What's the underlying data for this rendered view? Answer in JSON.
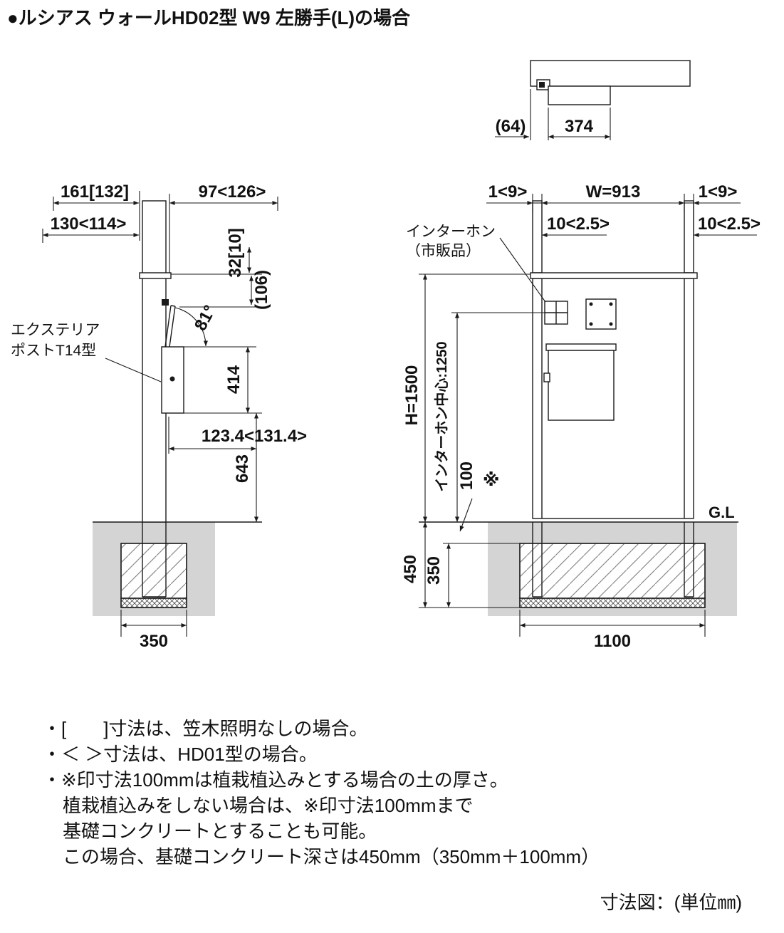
{
  "title": "●ルシアス ウォールHD02型  W9  左勝手(L)の場合",
  "colors": {
    "line": "#1a1a1a",
    "ground_fill": "#d4d4d4"
  },
  "plan_detail": {
    "dim_64": "(64)",
    "dim_374": "374"
  },
  "side_view": {
    "dim_top1": "161[132]",
    "dim_top2": "97<126>",
    "dim_top3": "130<114>",
    "dim_cap": "32[10]",
    "dim_106": "(106)",
    "angle": "81°",
    "dim_414": "414",
    "dim_123": "123.4<131.4>",
    "dim_643": "643",
    "dim_footing": "350",
    "post_label1": "エクステリア",
    "post_label2": "ポストT14型"
  },
  "front_view": {
    "dim_edge_left": "1<9>",
    "dim_width": "W=913",
    "dim_edge_right": "1<9>",
    "dim_offset_left": "10<2.5>",
    "dim_offset_right": "10<2.5>",
    "intercom_label1": "インターホン",
    "intercom_label2": "（市販品）",
    "dim_height": "H=1500",
    "dim_intercom_center": "インターホン中心:1250",
    "dim_soil": "100",
    "soil_mark": "※",
    "ground_label": "G.L",
    "dim_embed": "450",
    "dim_concrete": "350",
    "dim_footing_width": "1100"
  },
  "notes": {
    "line1": "・[　　]寸法は、笠木照明なしの場合。",
    "line2": "・＜ ＞寸法は、HD01型の場合。",
    "line3": "・※印寸法100mmは植栽植込みとする場合の土の厚さ。",
    "line4": "植栽植込みをしない場合は、※印寸法100mmまで",
    "line5": "基礎コンクリートとすることも可能。",
    "line6": "この場合、基礎コンクリート深さは450mm（350mm＋100mm）"
  },
  "footer": "寸法図：(単位㎜)"
}
